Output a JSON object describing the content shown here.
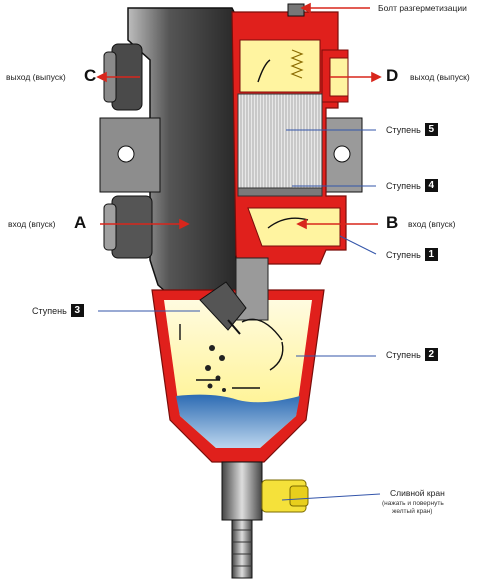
{
  "labels": {
    "vent_bolt": "Болт разгерметизации",
    "outlet_c": "выход (выпуск)",
    "outlet_d": "выход (выпуск)",
    "inlet_a": "вход (впуск)",
    "inlet_b": "вход (впуск)",
    "stage": "Ступень",
    "drain_valve": "Сливной кран",
    "drain_note_line1": "(нажать и повернуть",
    "drain_note_line2": "желтый кран)"
  },
  "letters": {
    "a": "A",
    "b": "B",
    "c": "C",
    "d": "D"
  },
  "stages": {
    "s1": "1",
    "s2": "2",
    "s3": "3",
    "s4": "4",
    "s5": "5"
  },
  "colors": {
    "housing": "#3a3a3a",
    "housing_light": "#8a8a8a",
    "red_section": "#e0201c",
    "fuel_yellow": "#fff7a8",
    "water_blue": "#4a86c5",
    "arrow_red": "#d8261c",
    "pointer_blue": "#3355aa",
    "valve_yellow": "#f5e13a"
  }
}
